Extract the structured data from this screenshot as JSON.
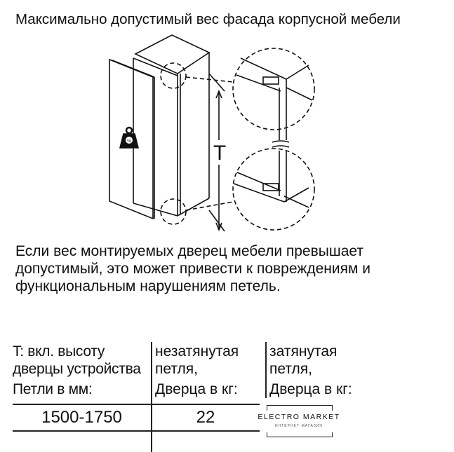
{
  "title": "Максимально допустимый вес фасада корпусной мебели",
  "diagram": {
    "weight_label": "kg",
    "dimension_label": "T"
  },
  "warning": "Если вес монтируемых дверец мебели превышает допустимый, это может привести к повреждениям и функциональным нарушениям петель.",
  "table": {
    "headers": [
      {
        "line1": "T: вкл. высоту",
        "line2": "дверцы устройства",
        "line3": "Петли в мм:"
      },
      {
        "line1": "незатянутая",
        "line2": "петля,",
        "line3": "Дверца в кг:"
      },
      {
        "line1": "затянутая",
        "line2": "петля,",
        "line3": "Дверца в кг:"
      }
    ],
    "rows": [
      {
        "height": "1500-1750",
        "untightened": "22"
      }
    ]
  },
  "watermark": {
    "name": "ELECTRO MARKET",
    "subtitle": "ИНТЕРНЕТ-МАГАЗИН"
  }
}
